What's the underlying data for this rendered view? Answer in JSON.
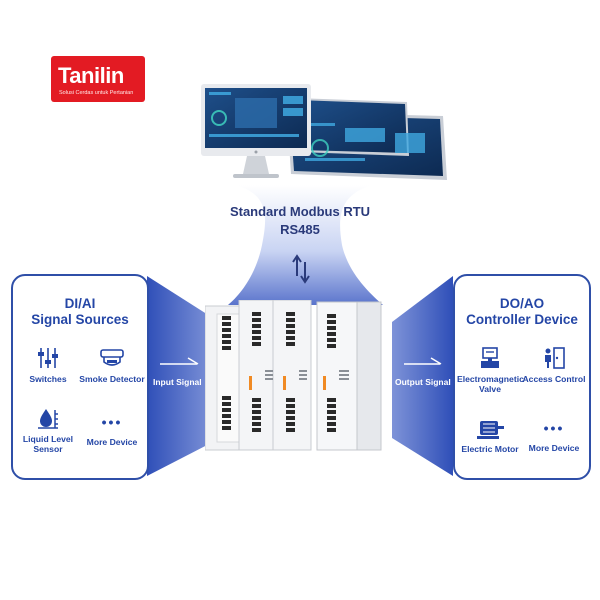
{
  "brand": {
    "logo_text": "Tanilin",
    "logo_tagline": "Solusi Cerdas untuk Pertanian"
  },
  "protocol": {
    "line1": "Standard Modbus RTU",
    "line2": "RS485"
  },
  "input_panel": {
    "title_line1": "DI/AI",
    "title_line2": "Signal Sources",
    "items": [
      {
        "label": "Switches",
        "icon": "sliders-icon"
      },
      {
        "label": "Smoke Detector",
        "icon": "smoke-detector-icon"
      },
      {
        "label": "Liquid Level Sensor",
        "icon": "liquid-level-icon"
      },
      {
        "label": "More Device",
        "icon": "more-icon"
      }
    ]
  },
  "output_panel": {
    "title_line1": "DO/AO",
    "title_line2": "Controller Device",
    "items": [
      {
        "label": "Electromagnetic Valve",
        "icon": "valve-icon"
      },
      {
        "label": "Access Control",
        "icon": "access-control-icon"
      },
      {
        "label": "Electric Motor",
        "icon": "motor-icon"
      },
      {
        "label": "More Device",
        "icon": "more-icon"
      }
    ]
  },
  "signals": {
    "input": "Input Signal",
    "output": "Output Signal"
  },
  "colors": {
    "brand_red": "#e31b23",
    "accent_blue": "#2446a6",
    "beam_blue": "#2f4fb8"
  }
}
